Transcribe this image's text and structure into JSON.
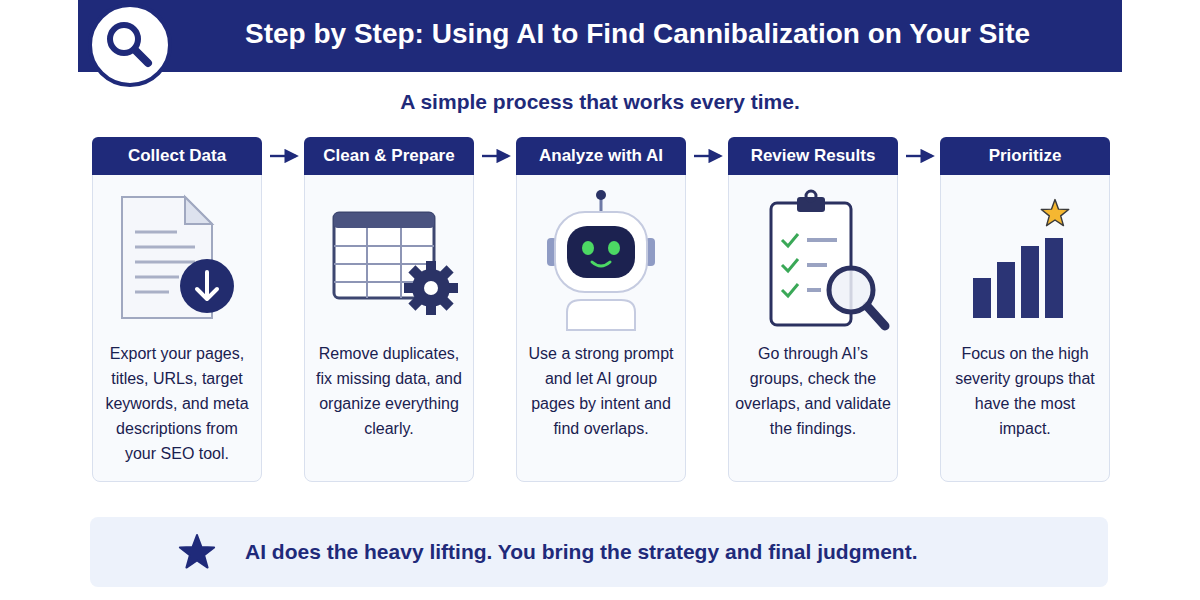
{
  "diagram": {
    "title": "Step by Step: Using AI to Find Cannibalization on Your Site",
    "nodes": [
      {
        "text": [
          "Collect Data",
          "Export your pages, titles, URLs, target keywords, and meta descriptions from your SEO tool."
        ]
      },
      {
        "text": [
          "Clean & Prepare",
          "Remove duplicates, fix missing data, and organize everything clearly."
        ]
      },
      {
        "text": [
          "Analyze with AI",
          "Use a strong prompt and let AI group pages by intent and find overlaps."
        ]
      },
      {
        "text": [
          "Review Results",
          "Go through AI’s groups, check the overlaps, and validate the findings."
        ]
      },
      {
        "text": [
          "Prioritize",
          "Focus on the high severity groups that have the most impact."
        ]
      },
      {
        "text": [
          "AI does the heavy lifting. You bring the strategy and final judgment."
        ]
      }
    ],
    "edges": [
      {
        "from": 0,
        "to": 1,
        "arrow": "to"
      },
      {
        "from": 1,
        "to": 2,
        "arrow": "to"
      },
      {
        "from": 2,
        "to": 3,
        "arrow": "to"
      },
      {
        "from": 3,
        "to": 4,
        "arrow": "to"
      }
    ],
    "labels": [
      "A simple process that works every time."
    ]
  }
}
